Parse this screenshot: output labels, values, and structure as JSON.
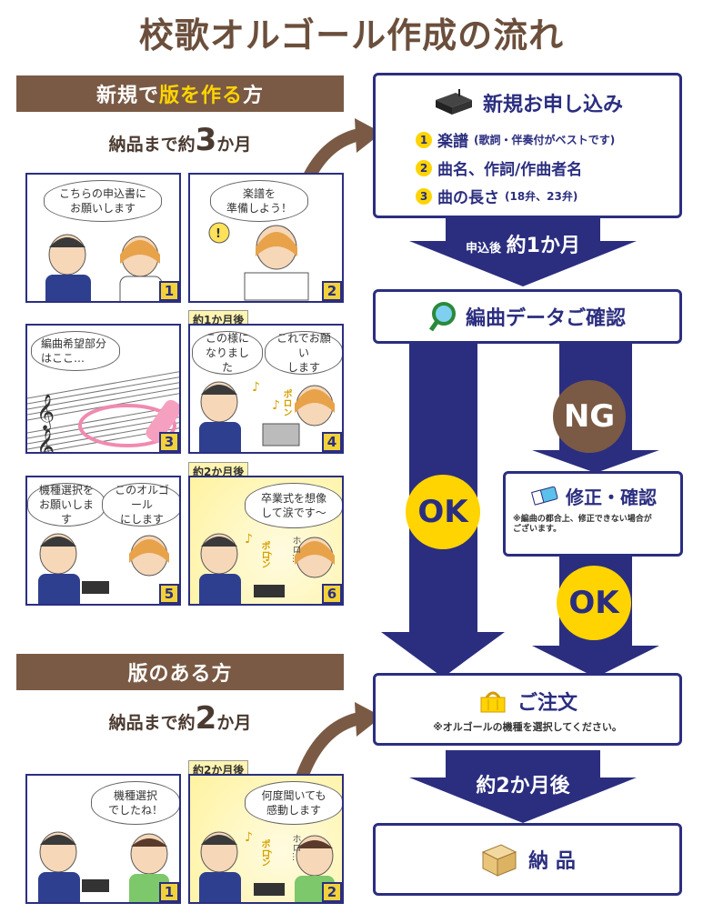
{
  "title": "校歌オルゴール作成の流れ",
  "new_section": {
    "banner_prefix": "新規で",
    "banner_highlight": "版を作る",
    "banner_suffix": "方",
    "delivery_prefix": "納品まで約",
    "delivery_num": "3",
    "delivery_suffix": "か月",
    "panels": [
      {
        "num": "1",
        "bubble": "こちらの申込書に\nお願いします"
      },
      {
        "num": "2",
        "bubble": "楽譜を\n準備しよう！"
      },
      {
        "num": "3",
        "bubble": "編曲希望部分\nはここ…"
      },
      {
        "num": "4",
        "tag": "約1か月後",
        "bubble_a": "この様に\nなりました",
        "bubble_b": "これでお願い\nします",
        "sfx": "ポロン"
      },
      {
        "num": "5",
        "bubble_a": "機種選択を\nお願いします",
        "bubble_b": "このオルゴール\nにします"
      },
      {
        "num": "6",
        "tag": "約2か月後",
        "bubble": "卒業式を想像\nして涙です〜",
        "sfx": "ポロン",
        "sfx2": "ホロ…"
      }
    ]
  },
  "existing_section": {
    "banner": "版のある方",
    "delivery_prefix": "納品まで約",
    "delivery_num": "2",
    "delivery_suffix": "か月",
    "panels": [
      {
        "num": "1",
        "bubble": "機種選択\nでしたね！"
      },
      {
        "num": "2",
        "tag": "約2か月後",
        "bubble": "何度聞いても\n感動します",
        "sfx": "ポロン",
        "sfx2": "ホロ…"
      }
    ]
  },
  "flow": {
    "apply": {
      "title": "新規お申し込み",
      "items": [
        {
          "num": "1",
          "label": "楽譜",
          "sub": "(歌詞・伴奏付がベストです)"
        },
        {
          "num": "2",
          "label": "曲名、作詞/作曲者名",
          "sub": ""
        },
        {
          "num": "3",
          "label": "曲の長さ",
          "sub": "(18弁、23弁)"
        }
      ]
    },
    "arrow1": {
      "prefix": "申込後",
      "main": "約1か月"
    },
    "confirm": {
      "title": "編曲データご確認"
    },
    "ng": "NG",
    "ok_left": "OK",
    "fix": {
      "title": "修正・確認",
      "note": "※編曲の都合上、修正できない場合が\nございます。"
    },
    "ok_right": "OK",
    "order": {
      "title": "ご注文",
      "note": "※オルゴールの機種を選択してください。"
    },
    "arrow2": {
      "main": "約2か月後"
    },
    "delivery": {
      "title": "納 品"
    }
  },
  "colors": {
    "navy": "#2b2e7f",
    "brown": "#7a5a44",
    "yellow": "#ffd400",
    "ng_brown": "#7a5a44"
  }
}
